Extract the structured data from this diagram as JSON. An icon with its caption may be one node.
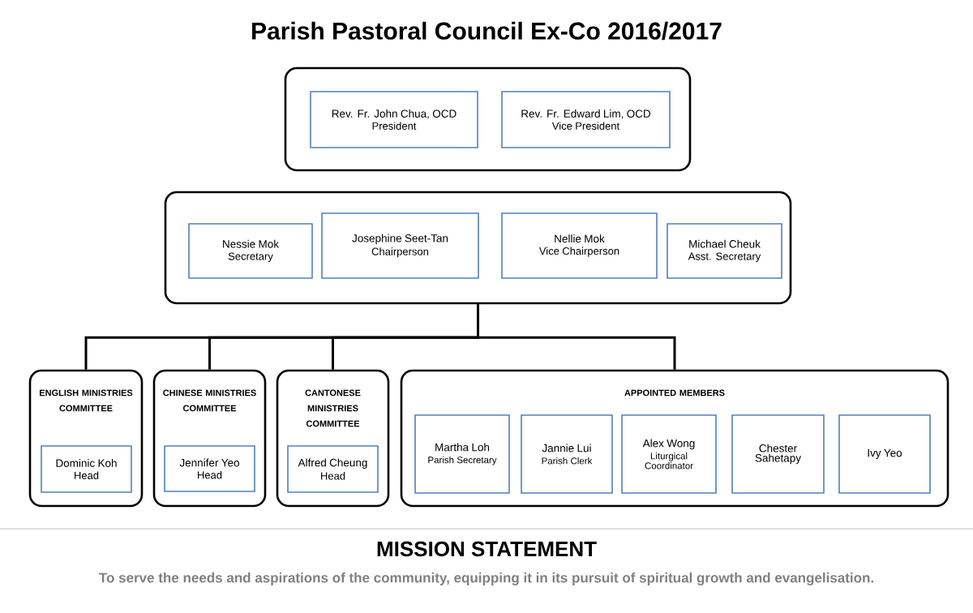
{
  "diagram": {
    "title": "Parish Pastoral Council Ex-Co 2016/2017",
    "nodes": [
      {
        "text": [],
        "shape": "box"
      },
      {
        "text": [
          "Rev. Fr. John Chua, OCD",
          "President"
        ],
        "in": 0
      },
      {
        "text": [
          "Rev. Fr. Edward Lim, OCD",
          "Vice President"
        ],
        "in": 0
      },
      {
        "text": [],
        "shape": "box"
      },
      {
        "text": [
          "Nessie Mok",
          "Secretary"
        ],
        "in": 3
      },
      {
        "text": [
          "Josephine Seet-Tan",
          "Chairperson"
        ],
        "in": 3
      },
      {
        "text": [
          "Nellie Mok",
          "Vice Chairperson"
        ],
        "in": 3
      },
      {
        "text": [
          "Michael Cheuk",
          "Asst. Secretary"
        ],
        "in": 3
      },
      {
        "text": [
          "ENGLISH MINISTRIES COMMITTEE"
        ]
      },
      {
        "text": [
          "Dominic Koh",
          "Head"
        ],
        "in": 8
      },
      {
        "text": [
          "CHINESE MINISTRIES COMMITTEE"
        ]
      },
      {
        "text": [
          "Jennifer Yeo",
          "Head"
        ],
        "in": 10
      },
      {
        "text": [
          "CANTONESE MINISTRIES COMMITTEE"
        ]
      },
      {
        "text": [
          "Alfred Cheung",
          "Head"
        ],
        "in": 12
      },
      {
        "text": [
          "APPOINTED MEMBERS"
        ]
      },
      {
        "text": [
          "Martha Loh",
          "Parish Secretary"
        ],
        "in": 14
      },
      {
        "text": [
          "Jannie Lui",
          "Parish Clerk"
        ],
        "in": 14
      },
      {
        "text": [
          "Alex Wong",
          "Liturgical Coordinator"
        ],
        "in": 14
      },
      {
        "text": [
          "Chester Sahetapy"
        ],
        "in": 14
      },
      {
        "text": [
          "Ivy Yeo"
        ],
        "in": 14
      }
    ],
    "edges": [
      {
        "from": 3,
        "to": 8,
        "arrow": "none"
      },
      {
        "from": 3,
        "to": 10,
        "arrow": "none"
      },
      {
        "from": 3,
        "to": 12,
        "arrow": "none"
      },
      {
        "from": 3,
        "to": 14,
        "arrow": "none"
      }
    ],
    "labels": [
      "MISSION STATEMENT",
      "To serve the needs and aspirations of the community, equipping it in its pursuit of spiritual growth and evangelisation."
    ]
  }
}
